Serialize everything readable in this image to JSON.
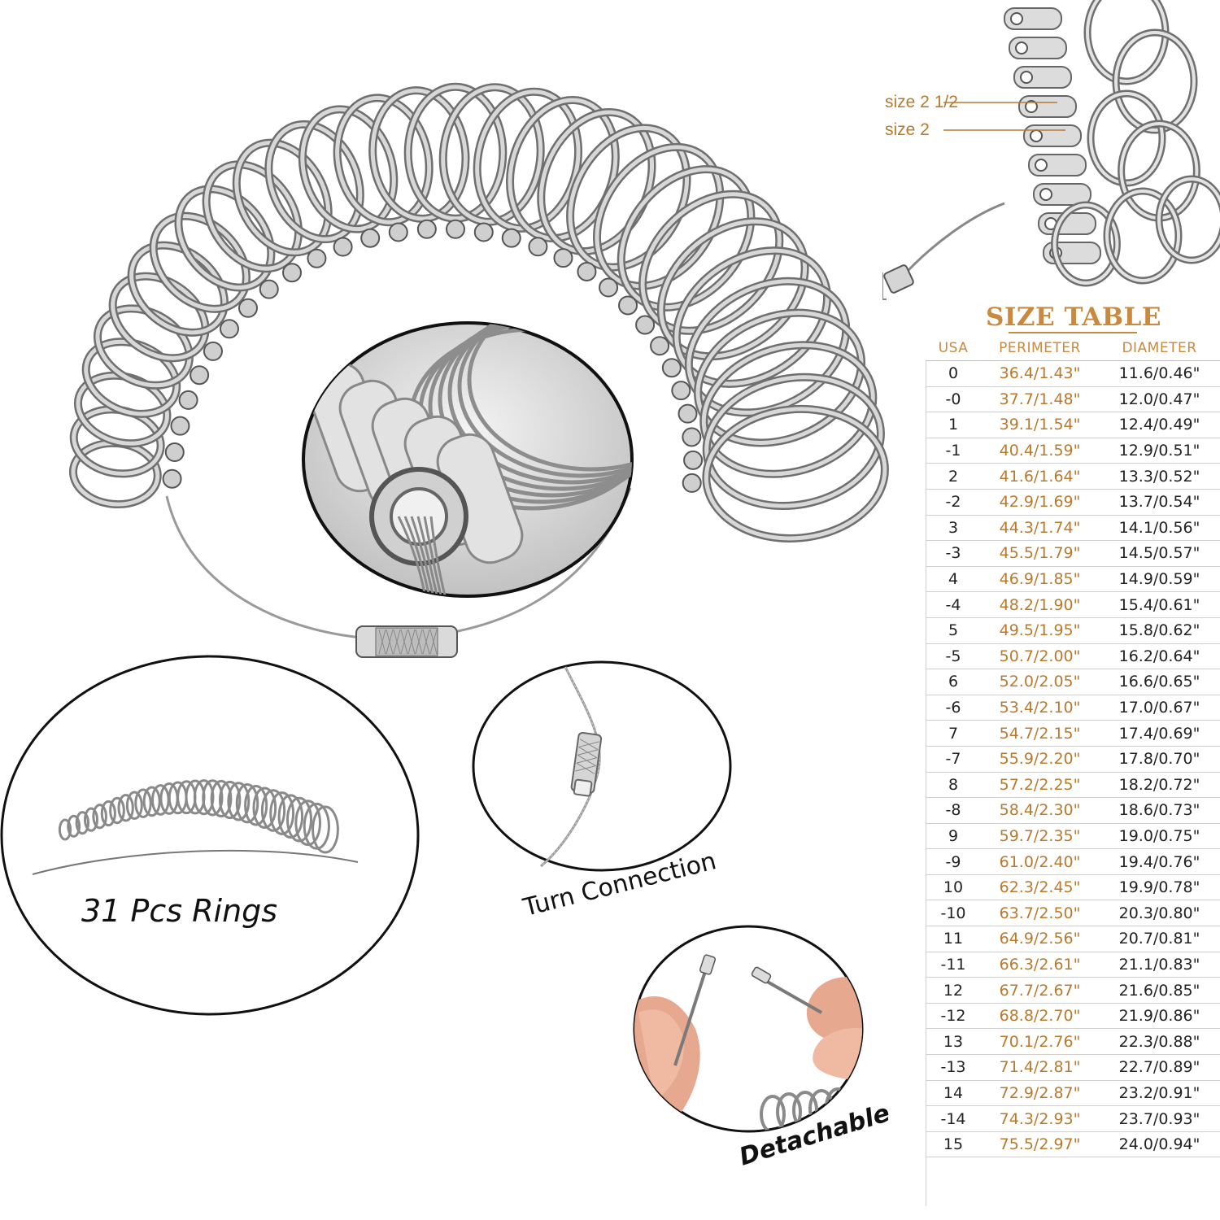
{
  "photo_labels": {
    "size_half": "size 2 1/2",
    "size_two": "size 2"
  },
  "captions": {
    "rings": "31 Pcs Rings",
    "connection": "Turn Connection",
    "detachable": "Detachable"
  },
  "size_table": {
    "title": "SIZE TABLE",
    "headers": [
      "USA",
      "PERIMETER",
      "DIAMETER"
    ],
    "rows": [
      [
        "0",
        "36.4/1.43\"",
        "11.6/0.46\""
      ],
      [
        "-0",
        "37.7/1.48\"",
        "12.0/0.47\""
      ],
      [
        "1",
        "39.1/1.54\"",
        "12.4/0.49\""
      ],
      [
        "-1",
        "40.4/1.59\"",
        "12.9/0.51\""
      ],
      [
        "2",
        "41.6/1.64\"",
        "13.3/0.52\""
      ],
      [
        "-2",
        "42.9/1.69\"",
        "13.7/0.54\""
      ],
      [
        "3",
        "44.3/1.74\"",
        "14.1/0.56\""
      ],
      [
        "-3",
        "45.5/1.79\"",
        "14.5/0.57\""
      ],
      [
        "4",
        "46.9/1.85\"",
        "14.9/0.59\""
      ],
      [
        "-4",
        "48.2/1.90\"",
        "15.4/0.61\""
      ],
      [
        "5",
        "49.5/1.95\"",
        "15.8/0.62\""
      ],
      [
        "-5",
        "50.7/2.00\"",
        "16.2/0.64\""
      ],
      [
        "6",
        "52.0/2.05\"",
        "16.6/0.65\""
      ],
      [
        "-6",
        "53.4/2.10\"",
        "17.0/0.67\""
      ],
      [
        "7",
        "54.7/2.15\"",
        "17.4/0.69\""
      ],
      [
        "-7",
        "55.9/2.20\"",
        "17.8/0.70\""
      ],
      [
        "8",
        "57.2/2.25\"",
        "18.2/0.72\""
      ],
      [
        "-8",
        "58.4/2.30\"",
        "18.6/0.73\""
      ],
      [
        "9",
        "59.7/2.35\"",
        "19.0/0.75\""
      ],
      [
        "-9",
        "61.0/2.40\"",
        "19.4/0.76\""
      ],
      [
        "10",
        "62.3/2.45\"",
        "19.9/0.78\""
      ],
      [
        "-10",
        "63.7/2.50\"",
        "20.3/0.80\""
      ],
      [
        "11",
        "64.9/2.56\"",
        "20.7/0.81\""
      ],
      [
        "-11",
        "66.3/2.61\"",
        "21.1/0.83\""
      ],
      [
        "12",
        "67.7/2.67\"",
        "21.6/0.85\""
      ],
      [
        "-12",
        "68.8/2.70\"",
        "21.9/0.86\""
      ],
      [
        "13",
        "70.1/2.76\"",
        "22.3/0.88\""
      ],
      [
        "-13",
        "71.4/2.81\"",
        "22.7/0.89\""
      ],
      [
        "14",
        "72.9/2.87\"",
        "23.2/0.91\""
      ],
      [
        "-14",
        "74.3/2.93\"",
        "23.7/0.93\""
      ],
      [
        "15",
        "75.5/2.97\"",
        "24.0/0.94\""
      ]
    ]
  },
  "colors": {
    "accent_gold": "#c98a3f",
    "metal": "#8e8e8e",
    "metal_light": "#d8d8d8"
  }
}
